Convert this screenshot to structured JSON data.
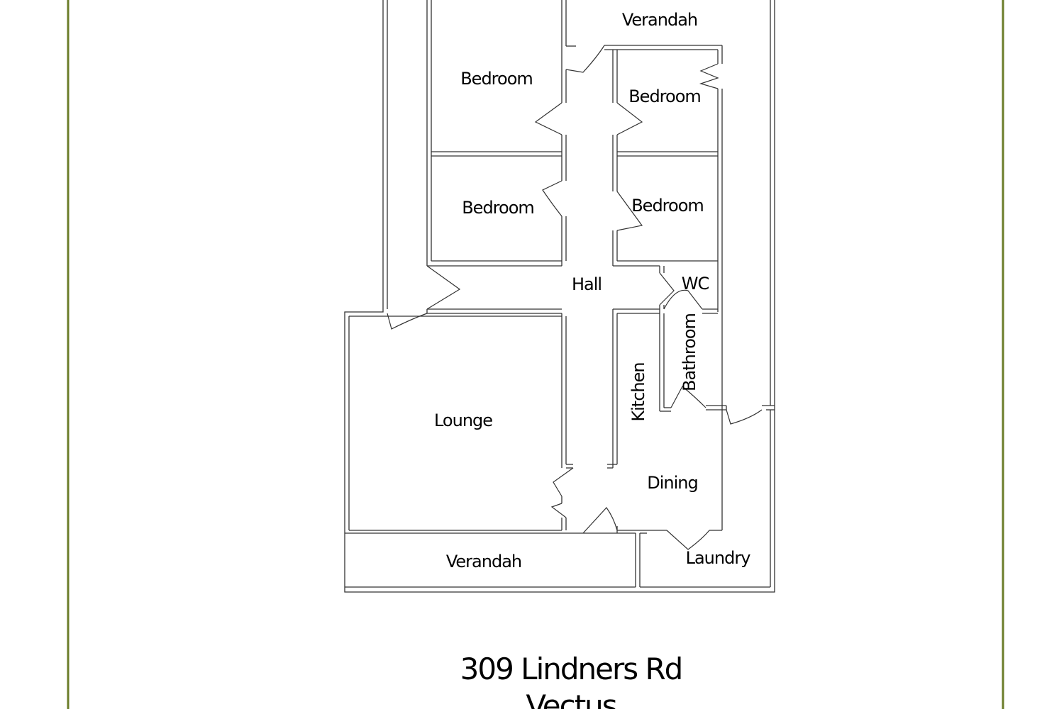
{
  "colors": {
    "border": "#6b7d2a",
    "walls": "#333333",
    "text": "#000000",
    "background": "#ffffff"
  },
  "rooms": {
    "verandah_top": "Verandah",
    "bedroom_1": "Bedroom",
    "bedroom_2": "Bedroom",
    "bedroom_3": "Bedroom",
    "bedroom_4": "Bedroom",
    "hall": "Hall",
    "wc": "WC",
    "bathroom": "Bathroom",
    "kitchen": "Kitchen",
    "lounge": "Lounge",
    "dining": "Dining",
    "verandah_bottom": "Verandah",
    "laundry": "Laundry"
  },
  "address": {
    "line1": "309 Lindners Rd",
    "line2": "Vectus"
  }
}
